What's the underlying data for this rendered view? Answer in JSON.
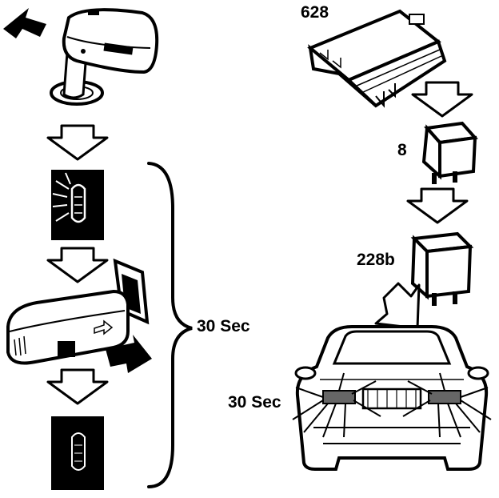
{
  "labels": {
    "module_628": "628",
    "relay_8": "8",
    "relay_228b": "228b",
    "duration_bracket": "30 Sec",
    "duration_car": "30 Sec"
  },
  "colors": {
    "ink": "#000000",
    "paper": "#ffffff",
    "lamp_gray": "#666666"
  },
  "icons": {
    "key": "ignition-key-icon",
    "indicator_flash": "flashing-indicator-icon",
    "stalk": "turn-signal-stalk-icon",
    "indicator_off": "indicator-off-icon",
    "module": "control-module-icon",
    "relay": "relay-icon",
    "car": "car-front-icon"
  }
}
